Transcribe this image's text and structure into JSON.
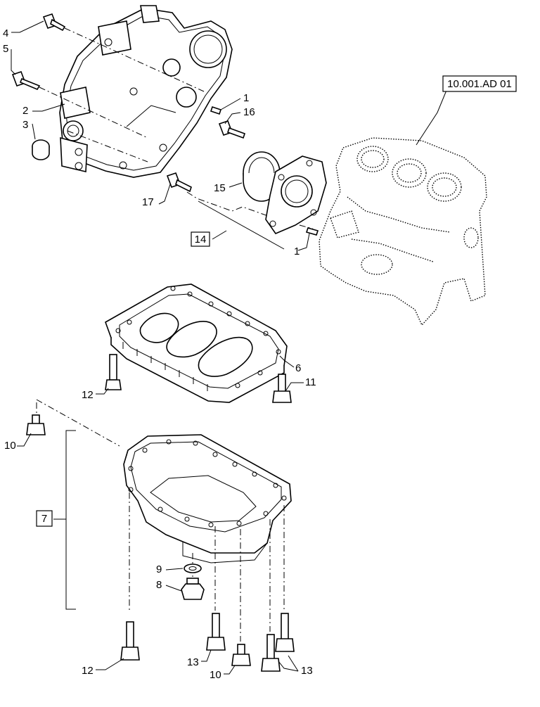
{
  "callouts": {
    "c1a": "1",
    "c1b": "1",
    "c2": "2",
    "c3": "3",
    "c4": "4",
    "c5": "5",
    "c6": "6",
    "c7": "7",
    "c8": "8",
    "c9": "9",
    "c10a": "10",
    "c10b": "10",
    "c11": "11",
    "c12a": "12",
    "c12b": "12",
    "c13a": "13",
    "c13b": "13",
    "c14": "14",
    "c15": "15",
    "c16": "16",
    "c17": "17"
  },
  "reference": {
    "label": "10.001.AD 01"
  }
}
